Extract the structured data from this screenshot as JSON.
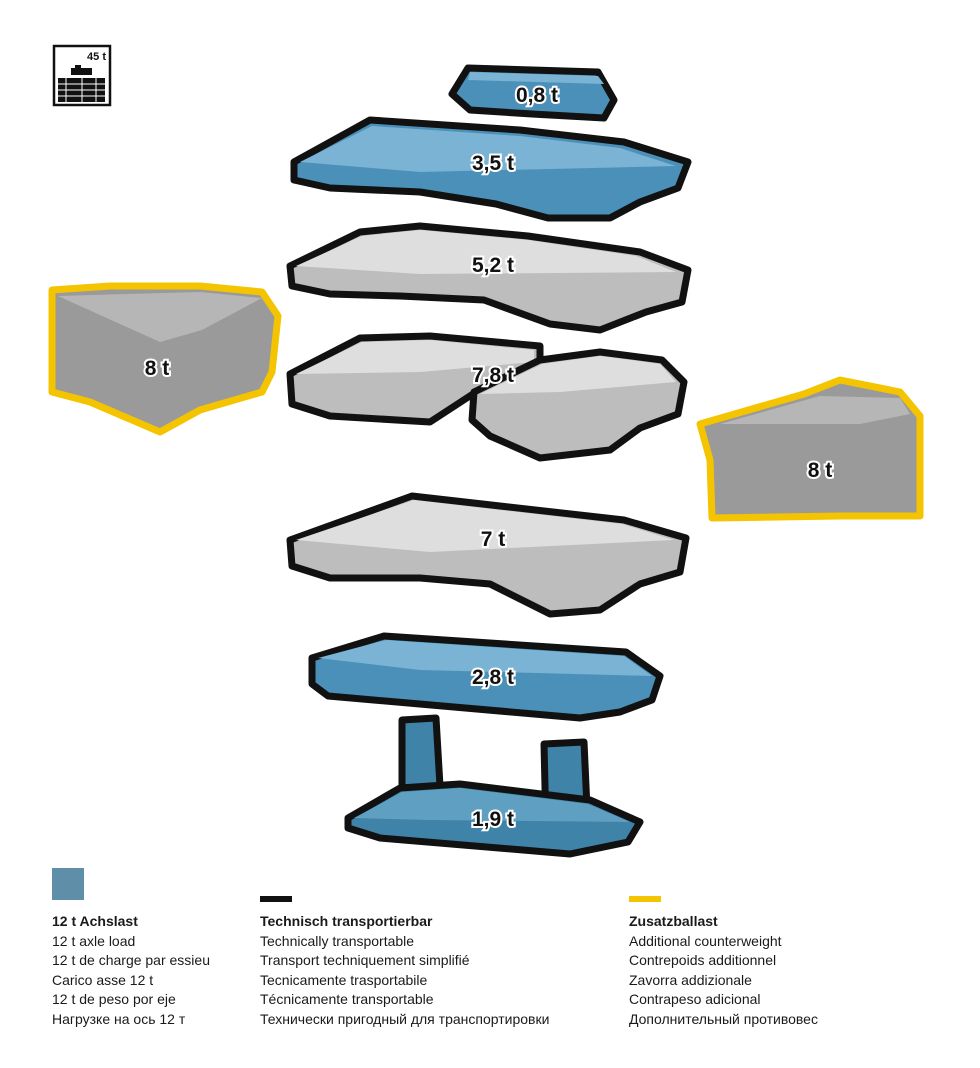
{
  "icon": {
    "capacity_label": "45 t",
    "name": "crane-capacity-icon"
  },
  "colors": {
    "axle_load_blue": "#5f8fa8",
    "module_blue": "#4a90b8",
    "module_grey": "#b8b8b8",
    "outline_black": "#111111",
    "additional_yellow": "#f5c400"
  },
  "weights": {
    "w08": "0,8 t",
    "w35": "3,5 t",
    "w52": "5,2 t",
    "w78": "7,8 t",
    "w7": "7 t",
    "w28": "2,8 t",
    "w19": "1,9 t",
    "side_left": "8 t",
    "side_right": "8 t"
  },
  "legend": [
    {
      "title": "12 t Achslast",
      "lines": [
        "12 t axle load",
        "12 t de charge par essieu",
        "Carico asse 12 t",
        "12 t de peso por eje",
        "Нагрузке на ось 12 т"
      ]
    },
    {
      "title": "Technisch transportierbar",
      "lines": [
        "Technically transportable",
        "Transport techniquement simplifié",
        "Tecnicamente trasportabile",
        "Técnicamente transportable",
        "Технически пригодный для транспортировки"
      ]
    },
    {
      "title": "Zusatzballast",
      "lines": [
        "Additional counterweight",
        "Contrepoids additionnel",
        "Zavorra addizionale",
        "Contrapeso adicional",
        "Дополнительный противовес"
      ]
    }
  ]
}
